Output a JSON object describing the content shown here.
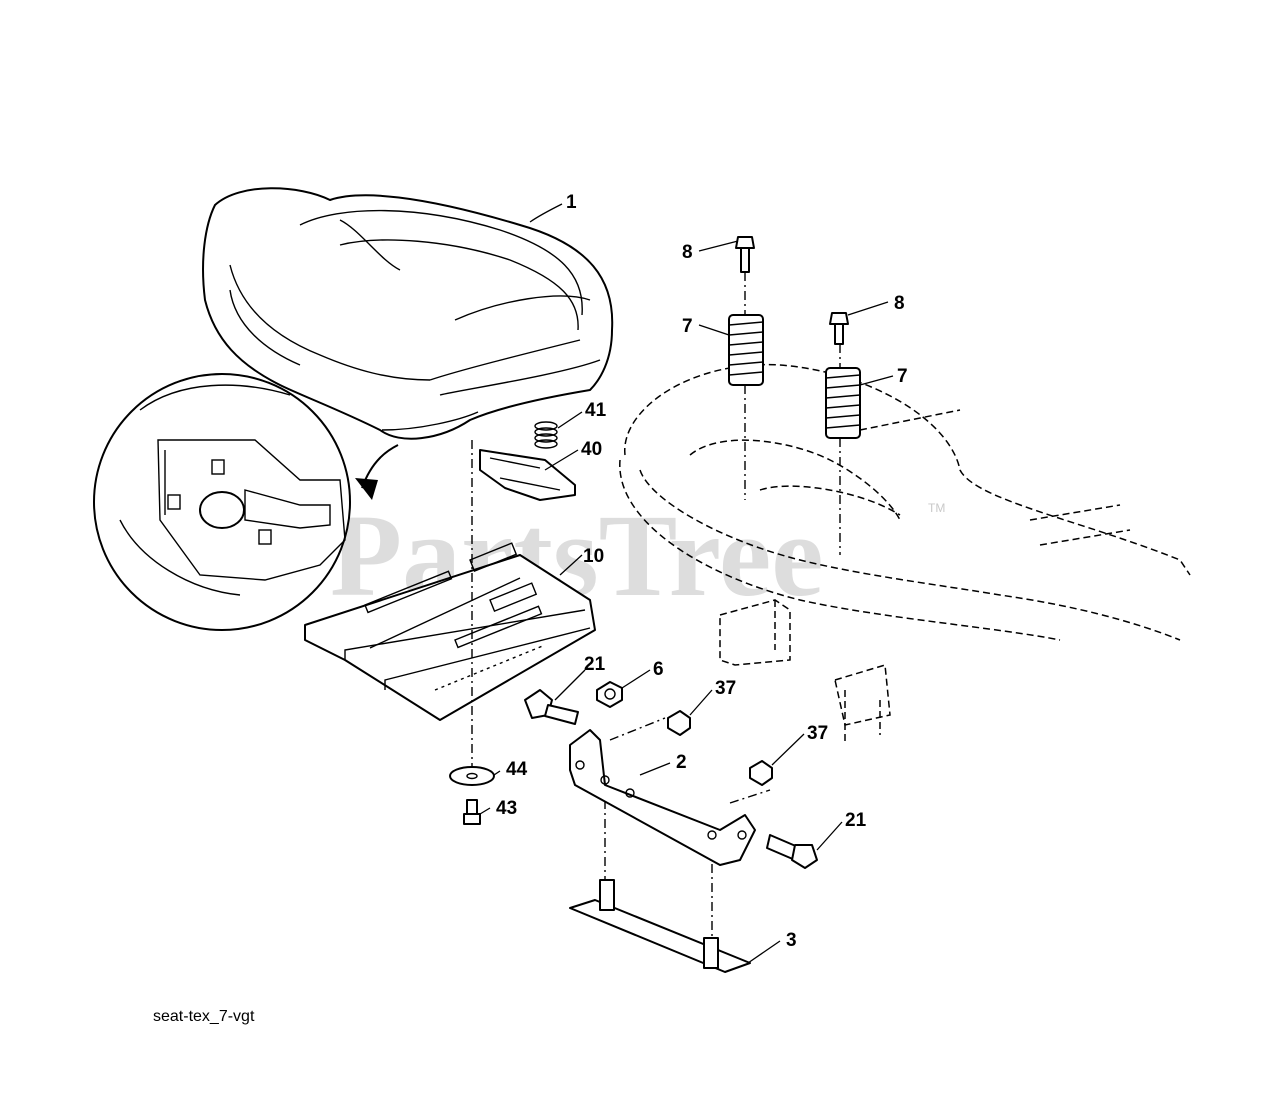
{
  "watermark": {
    "text": "PartsTree",
    "trademark": "TM"
  },
  "caption": "seat-tex_7-vgt",
  "callouts": [
    {
      "id": "c1",
      "label": "1"
    },
    {
      "id": "c8a",
      "label": "8"
    },
    {
      "id": "c8b",
      "label": "8"
    },
    {
      "id": "c7a",
      "label": "7"
    },
    {
      "id": "c7b",
      "label": "7"
    },
    {
      "id": "c41",
      "label": "41"
    },
    {
      "id": "c40",
      "label": "40"
    },
    {
      "id": "c10",
      "label": "10"
    },
    {
      "id": "c21a",
      "label": "21"
    },
    {
      "id": "c6",
      "label": "6"
    },
    {
      "id": "c37a",
      "label": "37"
    },
    {
      "id": "c37b",
      "label": "37"
    },
    {
      "id": "c2",
      "label": "2"
    },
    {
      "id": "c44",
      "label": "44"
    },
    {
      "id": "c43",
      "label": "43"
    },
    {
      "id": "c21b",
      "label": "21"
    },
    {
      "id": "c3",
      "label": "3"
    }
  ],
  "colors": {
    "line": "#000000",
    "background": "#ffffff",
    "watermark": "#d2d2d2"
  }
}
